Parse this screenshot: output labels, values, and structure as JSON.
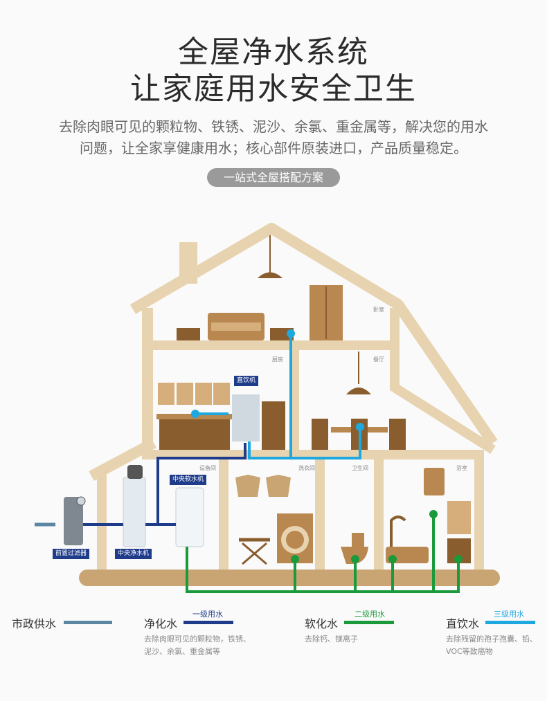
{
  "header": {
    "title_line1": "全屋净水系统",
    "title_line2": "让家庭用水安全卫生",
    "desc_line1": "去除肉眼可见的颗粒物、铁锈、泥沙、余氯、重金属等，解决您的用水",
    "desc_line2": "问题，让全家享健康用水；核心部件原装进口，产品质量稳定。",
    "pill": "一站式全屋搭配方案"
  },
  "rooms": {
    "bedroom": "卧室",
    "kitchen": "厨房",
    "dining": "餐厅",
    "equipment": "设备间",
    "laundry": "洗衣间",
    "toilet": "卫生间",
    "bath": "浴室"
  },
  "devices": {
    "direct_drink": "直饮机",
    "softener": "中央软水机",
    "purifier": "中央净水机",
    "prefilter": "前置过滤器"
  },
  "legend": {
    "municipal": {
      "name": "市政供水",
      "color": "#5b87a3"
    },
    "purified": {
      "name": "净化水",
      "level": "一级用水",
      "color": "#1f3c8a",
      "desc1": "去除肉眼可见的颗粒物，铁锈、",
      "desc2": "泥沙、余氯、重金属等"
    },
    "softened": {
      "name": "软化水",
      "level": "二级用水",
      "color": "#1a9a3a",
      "desc1": "去除钙、镁离子"
    },
    "drinking": {
      "name": "直饮水",
      "level": "三级用水",
      "color": "#1ea8e0",
      "desc1": "去除残留的孢子孢囊、铅、",
      "desc2": "VOC等致癌物"
    }
  }
}
